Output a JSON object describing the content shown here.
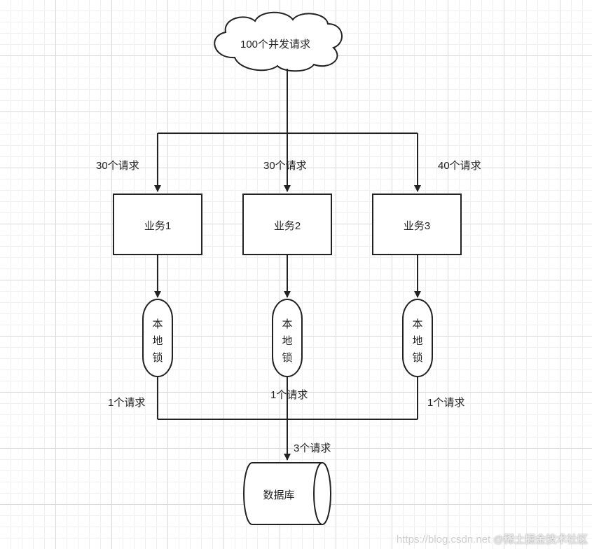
{
  "title": "100个并发请求",
  "edges": {
    "to_service_1": "30个请求",
    "to_service_2": "30个请求",
    "to_service_3": "40个请求",
    "from_lock_1": "1个请求",
    "from_lock_2": "1个请求",
    "from_lock_3": "1个请求",
    "to_database": "3个请求"
  },
  "services": [
    "业务1",
    "业务2",
    "业务3"
  ],
  "lock_label": [
    "本",
    "地",
    "锁"
  ],
  "database": "数据库",
  "watermark": {
    "url": "https://blog.csdn.net",
    "brand": "@稀土掘金技术社区"
  }
}
